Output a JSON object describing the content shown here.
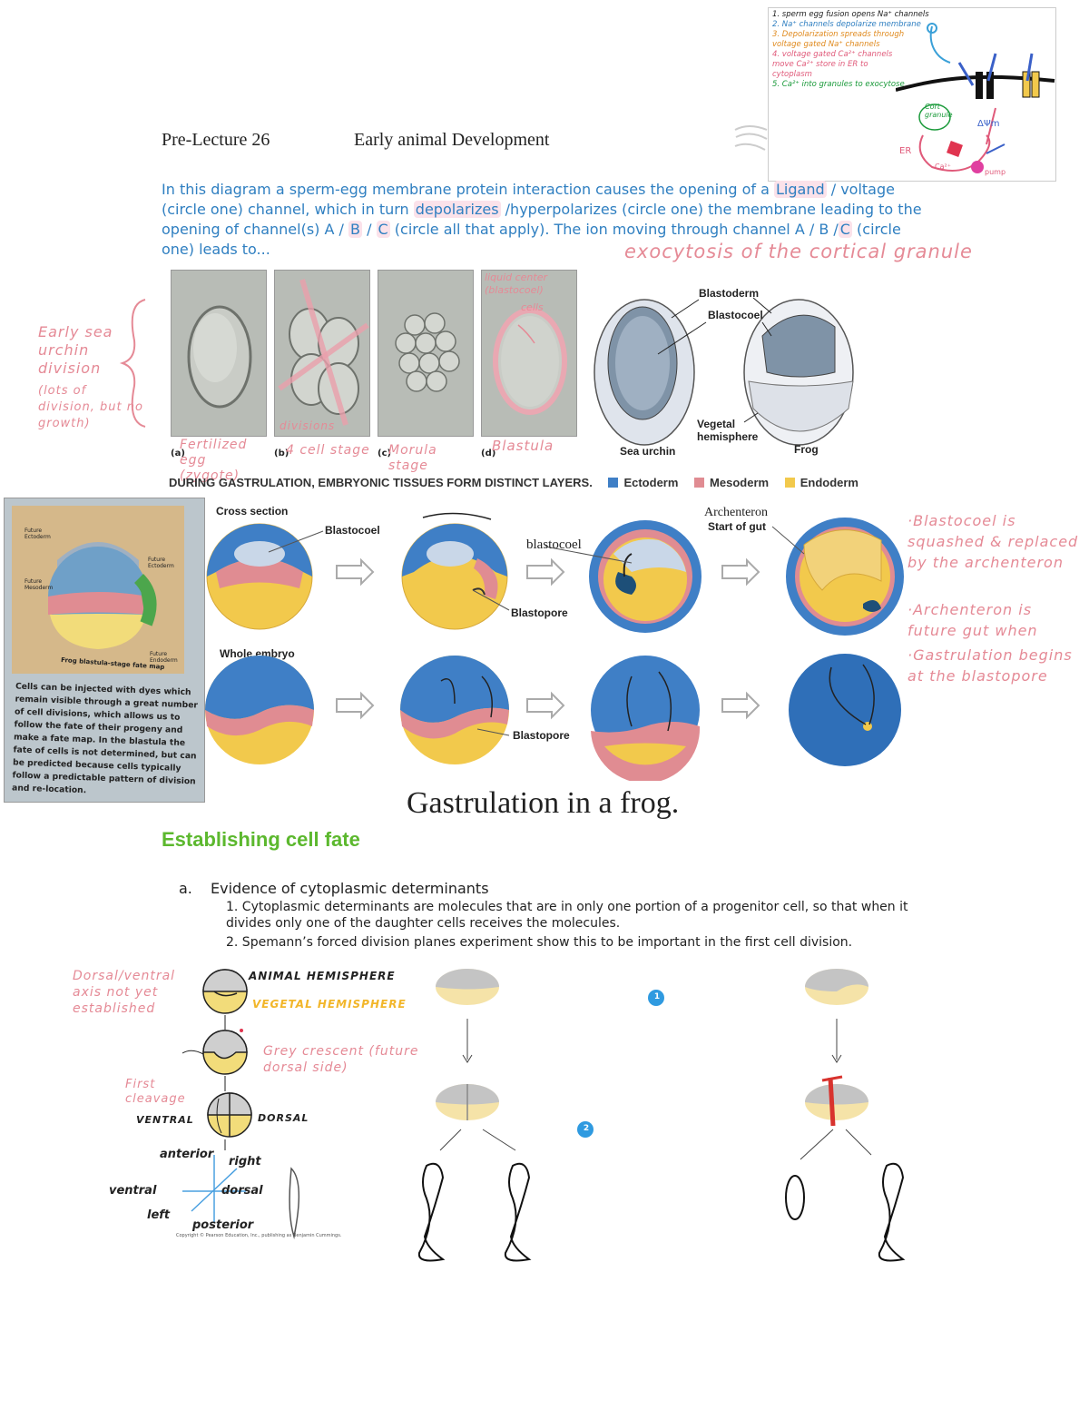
{
  "header": {
    "lecture": "Pre-Lecture 26",
    "title": "Early animal Development"
  },
  "top_notes": {
    "items": [
      "1. sperm egg fusion opens Na⁺ channels",
      "2. Na⁺ channels depolarize membrane",
      "3. Depolarization spreads through voltage gated Na⁺ channels",
      "4. voltage gated Ca²⁺ channels move Ca²⁺ store in ER to cytoplasm",
      "5. Ca²⁺ into granules to exocytose"
    ],
    "labels": {
      "cort_granule": "Cort granule",
      "er": "ER",
      "delta_psi": "ΔΨm",
      "ca": "Ca²⁺",
      "pump": "pump"
    }
  },
  "question": {
    "p1": "In this diagram a sperm-egg membrane protein interaction causes the opening of a ",
    "ligand": "Ligand",
    "p2": " / voltage (circle one) channel, which in turn ",
    "depolarizes": "depolarizes",
    "p3": " /hyperpolarizes (circle one) the membrane leading to the opening of channel(s) A / ",
    "b": "B",
    "p4": " / ",
    "c": "C",
    "p5": " (circle all that apply). The ion moving through channel A / B /",
    "c2": "C",
    "p6": " (circle one) leads to...",
    "answer": "exocytosis of the cortical granule"
  },
  "urchin": {
    "side_note_title": "Early sea urchin division",
    "side_note_sub": "(lots of division, but no growth)",
    "panels": [
      {
        "letter": "(a)",
        "caption": "Fertilized egg (zygote)"
      },
      {
        "letter": "(b)",
        "caption": "4 cell stage"
      },
      {
        "letter": "(c)",
        "caption": "Morula stage"
      },
      {
        "letter": "(d)",
        "caption": "Blastula"
      }
    ],
    "divisions_label": "divisions",
    "liquid_center": "liquid center (blastocoel)",
    "cells_label": "cells"
  },
  "blastula_diagram": {
    "blastoderm": "Blastoderm",
    "blastocoel": "Blastocoel",
    "vegetal": "Vegetal hemisphere",
    "sea_urchin": "Sea urchin",
    "frog": "Frog"
  },
  "gastrulation": {
    "heading": "DURING GASTRULATION, EMBRYONIC TISSUES FORM DISTINCT LAYERS.",
    "legend": [
      {
        "label": "Ectoderm",
        "color": "#3f7fc6"
      },
      {
        "label": "Mesoderm",
        "color": "#e08c92"
      },
      {
        "label": "Endoderm",
        "color": "#f2c94c"
      }
    ],
    "cross_section": "Cross section",
    "whole_embryo": "Whole embryo",
    "blastocoel": "Blastocoel",
    "blastocoel_lower": "blastocoel",
    "blastopore": "Blastopore",
    "archenteron": "Archenteron",
    "start_of_gut": "Start of gut",
    "caption": "Gastrulation in a frog."
  },
  "fate_map": {
    "title": "Frog blastula-stage fate map",
    "labels": [
      "Future Ectoderm",
      "Future Mesoderm",
      "Future Ectoderm",
      "Future Endoderm"
    ],
    "text": "Cells can be injected with dyes which remain visible through a great number of cell divisions, which allows us to follow the fate of their progeny and make a fate map. In the blastula the fate of cells is not determined, but can be predicted because cells typically follow a predictable pattern of division and re-location."
  },
  "right_notes": [
    "·Blastocoel is squashed & replaced by the archenteron",
    "·Archenteron is future gut when",
    "·Gastrulation begins at the blastopore"
  ],
  "section": {
    "title": "Establishing cell fate",
    "item_letter": "a.",
    "item_title": "Evidence of cytoplasmic determinants",
    "points": [
      "1. Cytoplasmic determinants are molecules that are in only one portion of a progenitor cell, so that when it divides only one of the daughter cells receives the molecules.",
      "2. Spemann’s forced division planes experiment show this to be important in the first cell division."
    ]
  },
  "axes_diagram": {
    "note": "Dorsal/ventral axis not yet established",
    "animal": "ANIMAL HEMISPHERE",
    "vegetal": "VEGETAL HEMISPHERE",
    "grey_crescent": "Grey crescent (future dorsal side)",
    "first_cleavage": "First cleavage",
    "ventral": "VENTRAL",
    "dorsal": "DORSAL",
    "anterior": "anterior",
    "right": "right",
    "ventral_lc": "ventral",
    "dorsal_lc": "dorsal",
    "left": "left",
    "posterior": "posterior",
    "copyright": "Copyright © Pearson Education, Inc., publishing as Benjamin Cummings."
  },
  "spemann": {
    "step1": "1",
    "step2": "2"
  }
}
